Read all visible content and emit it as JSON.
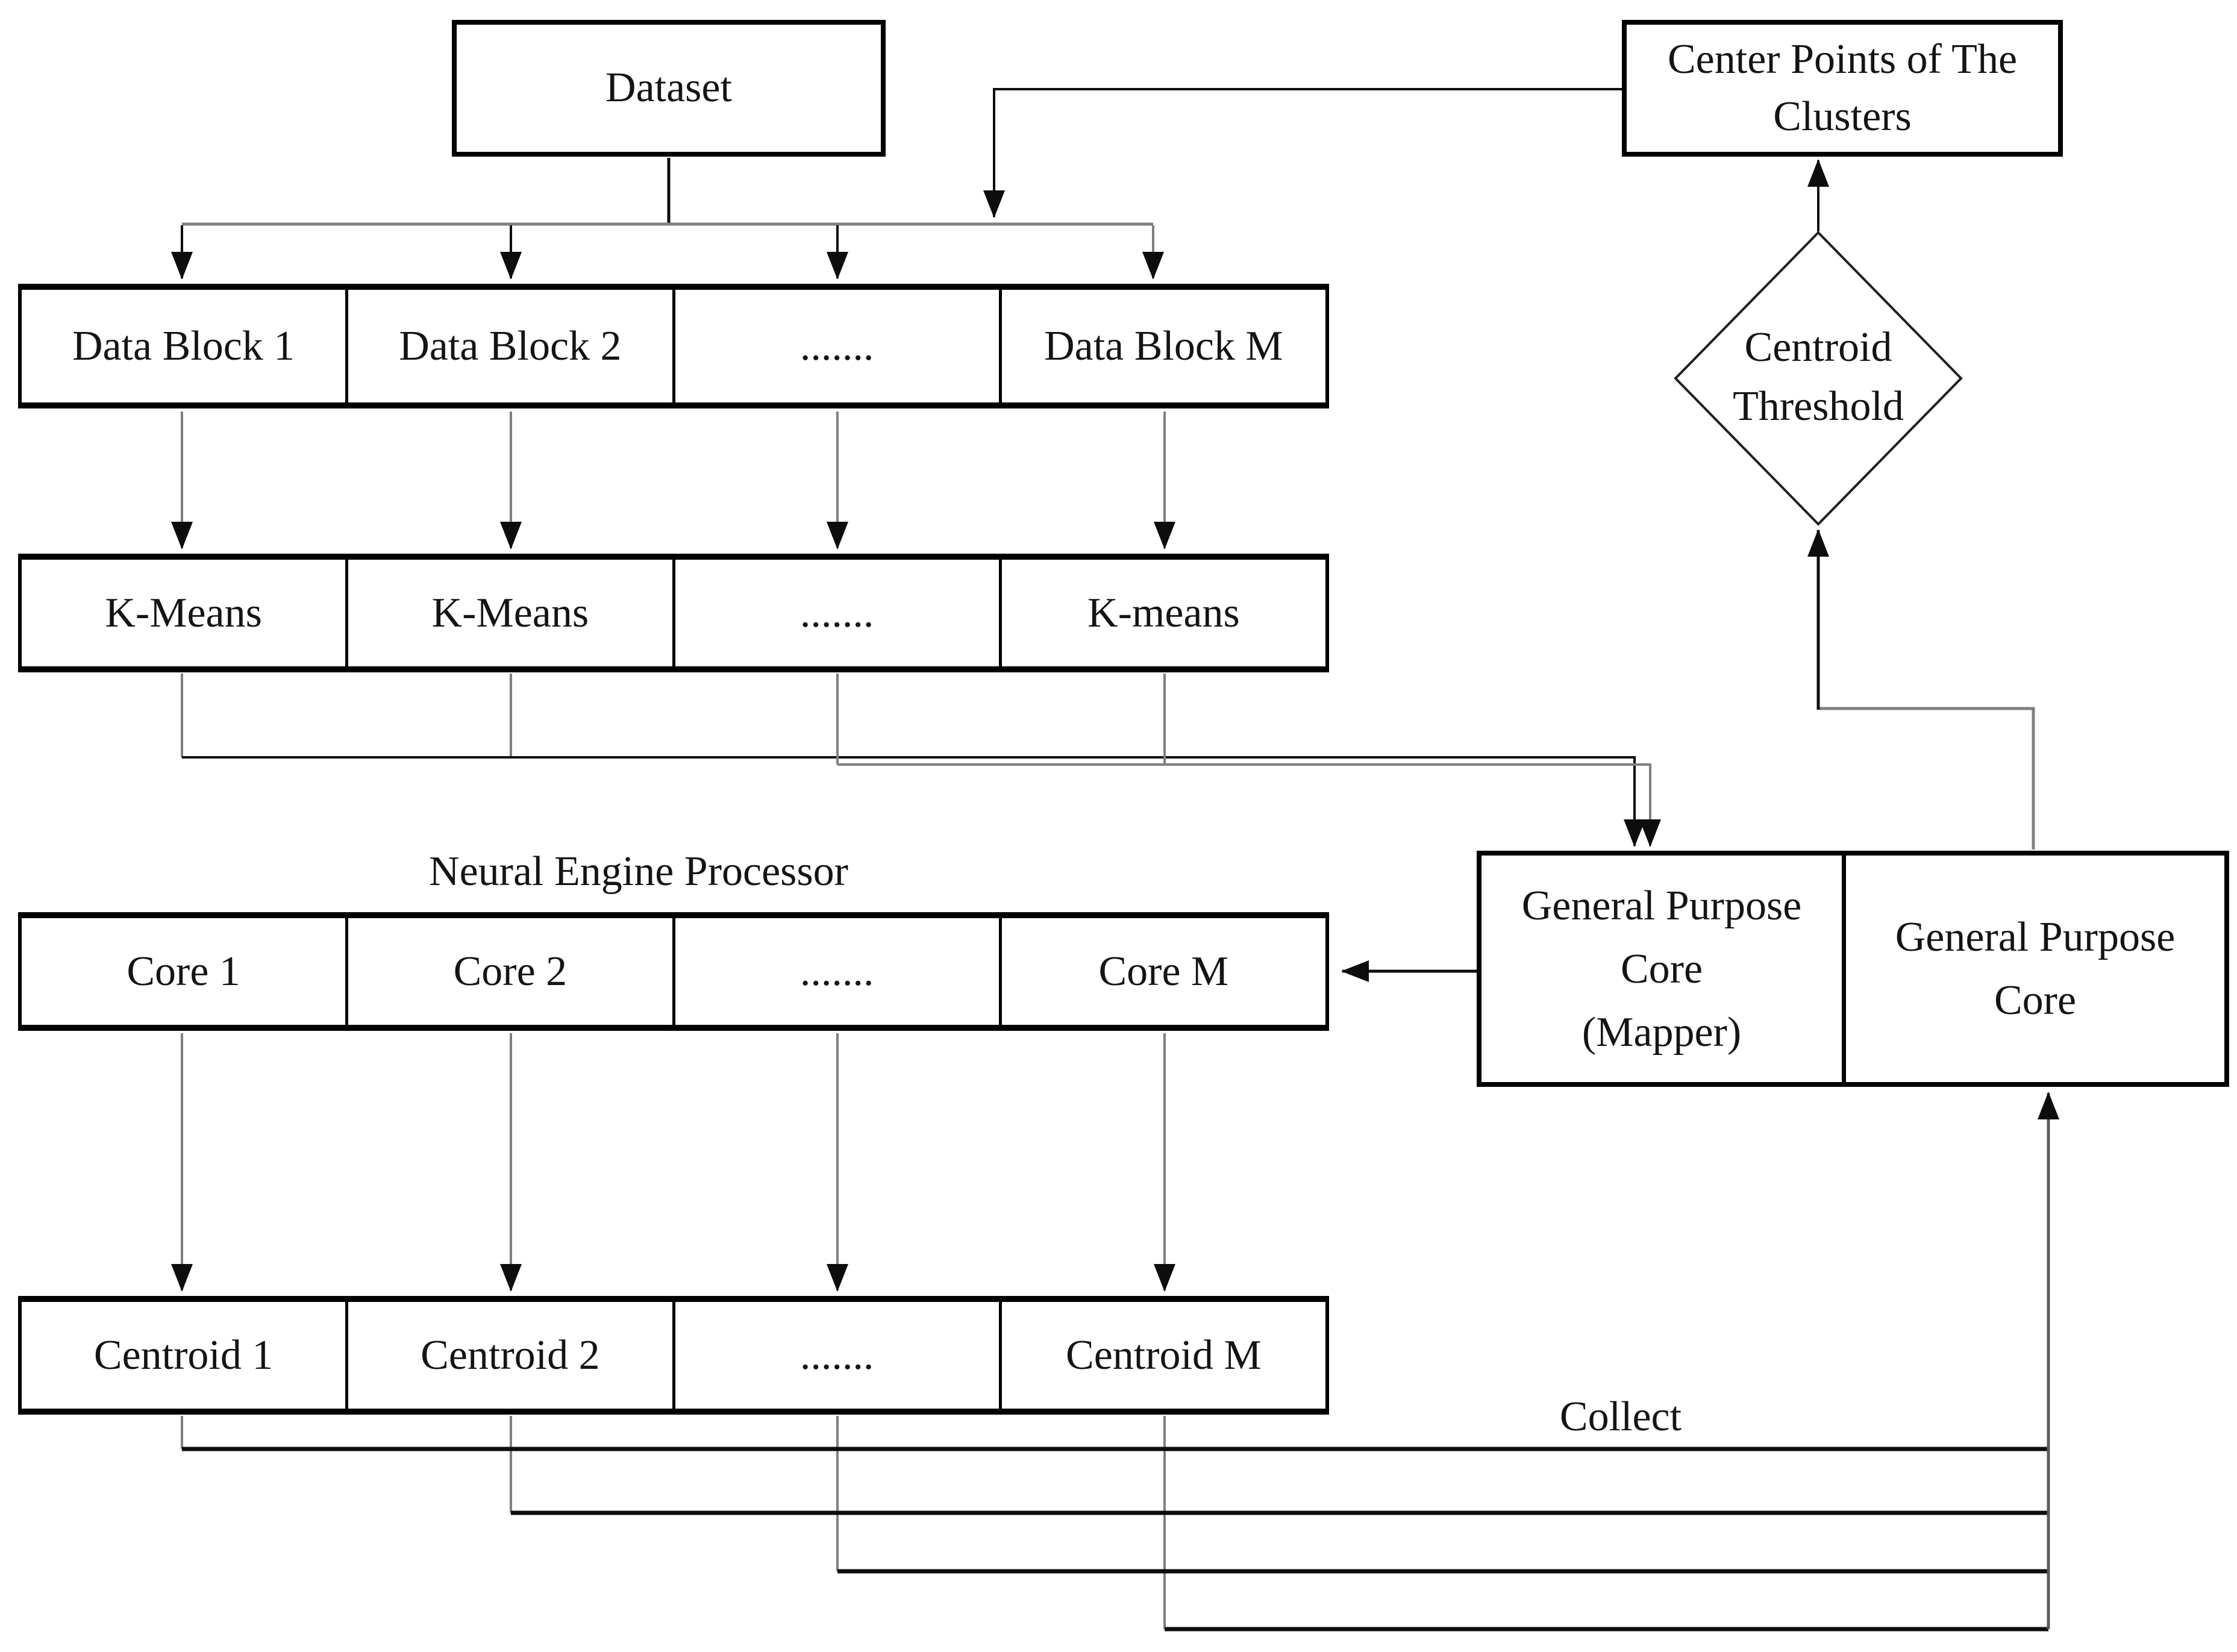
{
  "figure": {
    "background_color": "#ffffff",
    "line_color": "#0d0d0d",
    "gray_line_color": "#7f7f7f",
    "arrowhead_color": "#0d0d0d"
  },
  "nodes": {
    "dataset": {
      "label": "Dataset"
    },
    "center_points": {
      "label": "Center Points of The\nClusters"
    },
    "centroid_threshold": {
      "label": "Centroid\nThreshold"
    },
    "gpc_mapper": {
      "label": "General Purpose\nCore\n(Mapper)"
    },
    "gpc_core": {
      "label": "General Purpose\nCore"
    }
  },
  "labels": {
    "neural_engine_processor": "Neural Engine Processor",
    "collect": "Collect"
  },
  "rows": {
    "data_blocks": {
      "cells": [
        "Data Block 1",
        "Data Block 2",
        ".......",
        "Data Block M"
      ]
    },
    "kmeans": {
      "cells": [
        "K-Means",
        "K-Means",
        ".......",
        "K-means"
      ]
    },
    "cores": {
      "cells": [
        "Core 1",
        "Core 2",
        ".......",
        "Core M"
      ]
    },
    "centroids": {
      "cells": [
        "Centroid 1",
        "Centroid 2",
        ".......",
        "Centroid M"
      ]
    }
  }
}
